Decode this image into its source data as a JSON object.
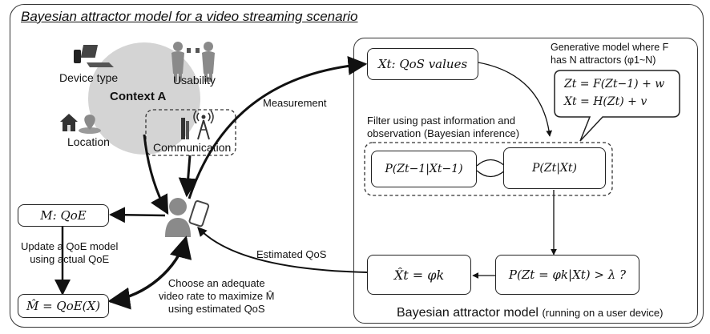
{
  "title": "Bayesian attractor model for a video streaming scenario",
  "context": {
    "label": "Context A",
    "device_type": "Device  type",
    "usability": "Usability",
    "location": "Location",
    "communication": "Communication"
  },
  "arrows": {
    "measurement": "Measurement",
    "estimated_qos": "Estimated QoS"
  },
  "left": {
    "qoe_box": "M: QoE",
    "update_text_line1": "Update a QoE model",
    "update_text_line2": "using actual QoE",
    "qoe_model_box": "M̂ = QoE(X)",
    "choose_line1": "Choose an adequate",
    "choose_line2": "video rate to maximize M̂",
    "choose_line3": "using estimated QoS"
  },
  "bam": {
    "xt_box": "Xt: QoS values",
    "generative_line1": "Generative model where F",
    "generative_line2": "has N attractors (φ1~N)",
    "eq1": "Zt = F(Zt−1) + w",
    "eq2": "Xt = H(Zt) + v",
    "filter_line1": "Filter using past information and",
    "filter_line2": "observation (Bayesian inference)",
    "prev_posterior": "P(Zt−1|Xt−1)",
    "posterior": "P(Zt|Xt)",
    "threshold": "P(Zt = φk|Xt) > λ ?",
    "estimate": "X̂t = φk",
    "caption": "Bayesian attractor model",
    "caption_note": "(running on a user device)"
  },
  "colors": {
    "context_circle": "#d4d4d4",
    "stroke": "#111111",
    "icon_dark": "#3a3a3a",
    "person": "#8a8a8a"
  }
}
